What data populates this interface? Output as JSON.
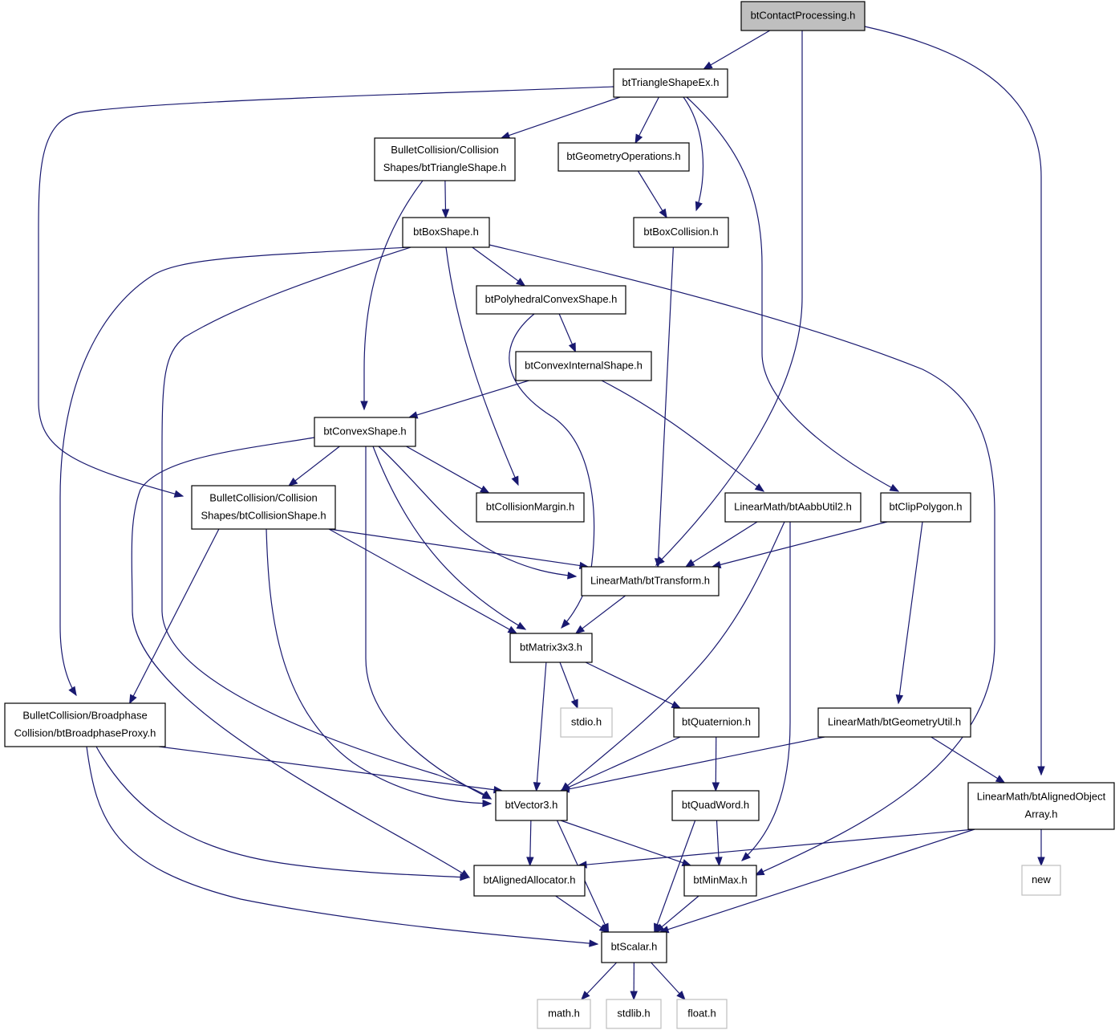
{
  "colors": {
    "edge": "#191970",
    "root_fill": "#bfbfbf",
    "node_border": "#000000",
    "external_border": "#bfbfbf",
    "fill": "#ffffff"
  },
  "nodes": [
    {
      "id": "root",
      "lines": [
        "btContactProcessing.h"
      ],
      "kind": "root"
    },
    {
      "id": "trishapeex",
      "lines": [
        "btTriangleShapeEx.h"
      ],
      "kind": "normal"
    },
    {
      "id": "bc_trishape",
      "lines": [
        "BulletCollision/Collision",
        "Shapes/btTriangleShape.h"
      ],
      "kind": "normal"
    },
    {
      "id": "geomops",
      "lines": [
        "btGeometryOperations.h"
      ],
      "kind": "normal"
    },
    {
      "id": "boxshape",
      "lines": [
        "btBoxShape.h"
      ],
      "kind": "normal"
    },
    {
      "id": "boxcoll",
      "lines": [
        "btBoxCollision.h"
      ],
      "kind": "normal"
    },
    {
      "id": "polyconvex",
      "lines": [
        "btPolyhedralConvexShape.h"
      ],
      "kind": "normal"
    },
    {
      "id": "convexinternal",
      "lines": [
        "btConvexInternalShape.h"
      ],
      "kind": "normal"
    },
    {
      "id": "convexshape",
      "lines": [
        "btConvexShape.h"
      ],
      "kind": "normal"
    },
    {
      "id": "bc_collshape",
      "lines": [
        "BulletCollision/Collision",
        "Shapes/btCollisionShape.h"
      ],
      "kind": "normal"
    },
    {
      "id": "collmargin",
      "lines": [
        "btCollisionMargin.h"
      ],
      "kind": "normal"
    },
    {
      "id": "aabbutil",
      "lines": [
        "LinearMath/btAabbUtil2.h"
      ],
      "kind": "normal"
    },
    {
      "id": "clippoly",
      "lines": [
        "btClipPolygon.h"
      ],
      "kind": "normal"
    },
    {
      "id": "transform",
      "lines": [
        "LinearMath/btTransform.h"
      ],
      "kind": "normal"
    },
    {
      "id": "matrix",
      "lines": [
        "btMatrix3x3.h"
      ],
      "kind": "normal"
    },
    {
      "id": "bc_broadphase",
      "lines": [
        "BulletCollision/Broadphase",
        "Collision/btBroadphaseProxy.h"
      ],
      "kind": "normal"
    },
    {
      "id": "stdio",
      "lines": [
        "stdio.h"
      ],
      "kind": "external"
    },
    {
      "id": "quaternion",
      "lines": [
        "btQuaternion.h"
      ],
      "kind": "normal"
    },
    {
      "id": "geomutil",
      "lines": [
        "LinearMath/btGeometryUtil.h"
      ],
      "kind": "normal"
    },
    {
      "id": "alignedobj",
      "lines": [
        "LinearMath/btAlignedObject",
        "Array.h"
      ],
      "kind": "normal"
    },
    {
      "id": "vector3",
      "lines": [
        "btVector3.h"
      ],
      "kind": "normal"
    },
    {
      "id": "quadword",
      "lines": [
        "btQuadWord.h"
      ],
      "kind": "normal"
    },
    {
      "id": "alignedalloc",
      "lines": [
        "btAlignedAllocator.h"
      ],
      "kind": "normal"
    },
    {
      "id": "minmax",
      "lines": [
        "btMinMax.h"
      ],
      "kind": "normal"
    },
    {
      "id": "new",
      "lines": [
        "new"
      ],
      "kind": "external"
    },
    {
      "id": "scalar",
      "lines": [
        "btScalar.h"
      ],
      "kind": "normal"
    },
    {
      "id": "math",
      "lines": [
        "math.h"
      ],
      "kind": "external"
    },
    {
      "id": "stdlib",
      "lines": [
        "stdlib.h"
      ],
      "kind": "external"
    },
    {
      "id": "float",
      "lines": [
        "float.h"
      ],
      "kind": "external"
    }
  ],
  "edges": [
    [
      "root",
      "trishapeex"
    ],
    [
      "root",
      "transform"
    ],
    [
      "root",
      "alignedobj"
    ],
    [
      "trishapeex",
      "bc_collshape"
    ],
    [
      "trishapeex",
      "bc_trishape"
    ],
    [
      "trishapeex",
      "geomops"
    ],
    [
      "trishapeex",
      "boxcoll"
    ],
    [
      "trishapeex",
      "clippoly"
    ],
    [
      "bc_trishape",
      "boxshape"
    ],
    [
      "bc_trishape",
      "convexshape"
    ],
    [
      "geomops",
      "boxcoll"
    ],
    [
      "boxshape",
      "bc_broadphase"
    ],
    [
      "boxshape",
      "vector3"
    ],
    [
      "boxshape",
      "polyconvex"
    ],
    [
      "boxshape",
      "collmargin"
    ],
    [
      "boxshape",
      "minmax"
    ],
    [
      "boxcoll",
      "transform"
    ],
    [
      "polyconvex",
      "convexinternal"
    ],
    [
      "polyconvex",
      "matrix"
    ],
    [
      "convexinternal",
      "convexshape"
    ],
    [
      "convexinternal",
      "aabbutil"
    ],
    [
      "convexshape",
      "bc_collshape"
    ],
    [
      "convexshape",
      "collmargin"
    ],
    [
      "convexshape",
      "transform"
    ],
    [
      "convexshape",
      "matrix"
    ],
    [
      "convexshape",
      "vector3"
    ],
    [
      "convexshape",
      "alignedalloc"
    ],
    [
      "bc_collshape",
      "transform"
    ],
    [
      "bc_collshape",
      "matrix"
    ],
    [
      "bc_collshape",
      "vector3"
    ],
    [
      "bc_collshape",
      "bc_broadphase"
    ],
    [
      "aabbutil",
      "transform"
    ],
    [
      "aabbutil",
      "vector3"
    ],
    [
      "aabbutil",
      "minmax"
    ],
    [
      "clippoly",
      "transform"
    ],
    [
      "clippoly",
      "geomutil"
    ],
    [
      "transform",
      "matrix"
    ],
    [
      "matrix",
      "vector3"
    ],
    [
      "matrix",
      "stdio"
    ],
    [
      "matrix",
      "quaternion"
    ],
    [
      "bc_broadphase",
      "vector3"
    ],
    [
      "bc_broadphase",
      "alignedalloc"
    ],
    [
      "bc_broadphase",
      "scalar"
    ],
    [
      "quaternion",
      "vector3"
    ],
    [
      "quaternion",
      "quadword"
    ],
    [
      "geomutil",
      "vector3"
    ],
    [
      "geomutil",
      "alignedobj"
    ],
    [
      "alignedobj",
      "alignedalloc"
    ],
    [
      "alignedobj",
      "scalar"
    ],
    [
      "alignedobj",
      "new"
    ],
    [
      "vector3",
      "alignedalloc"
    ],
    [
      "vector3",
      "scalar"
    ],
    [
      "vector3",
      "minmax"
    ],
    [
      "quadword",
      "scalar"
    ],
    [
      "quadword",
      "minmax"
    ],
    [
      "alignedalloc",
      "scalar"
    ],
    [
      "minmax",
      "scalar"
    ],
    [
      "scalar",
      "math"
    ],
    [
      "scalar",
      "stdlib"
    ],
    [
      "scalar",
      "float"
    ]
  ]
}
